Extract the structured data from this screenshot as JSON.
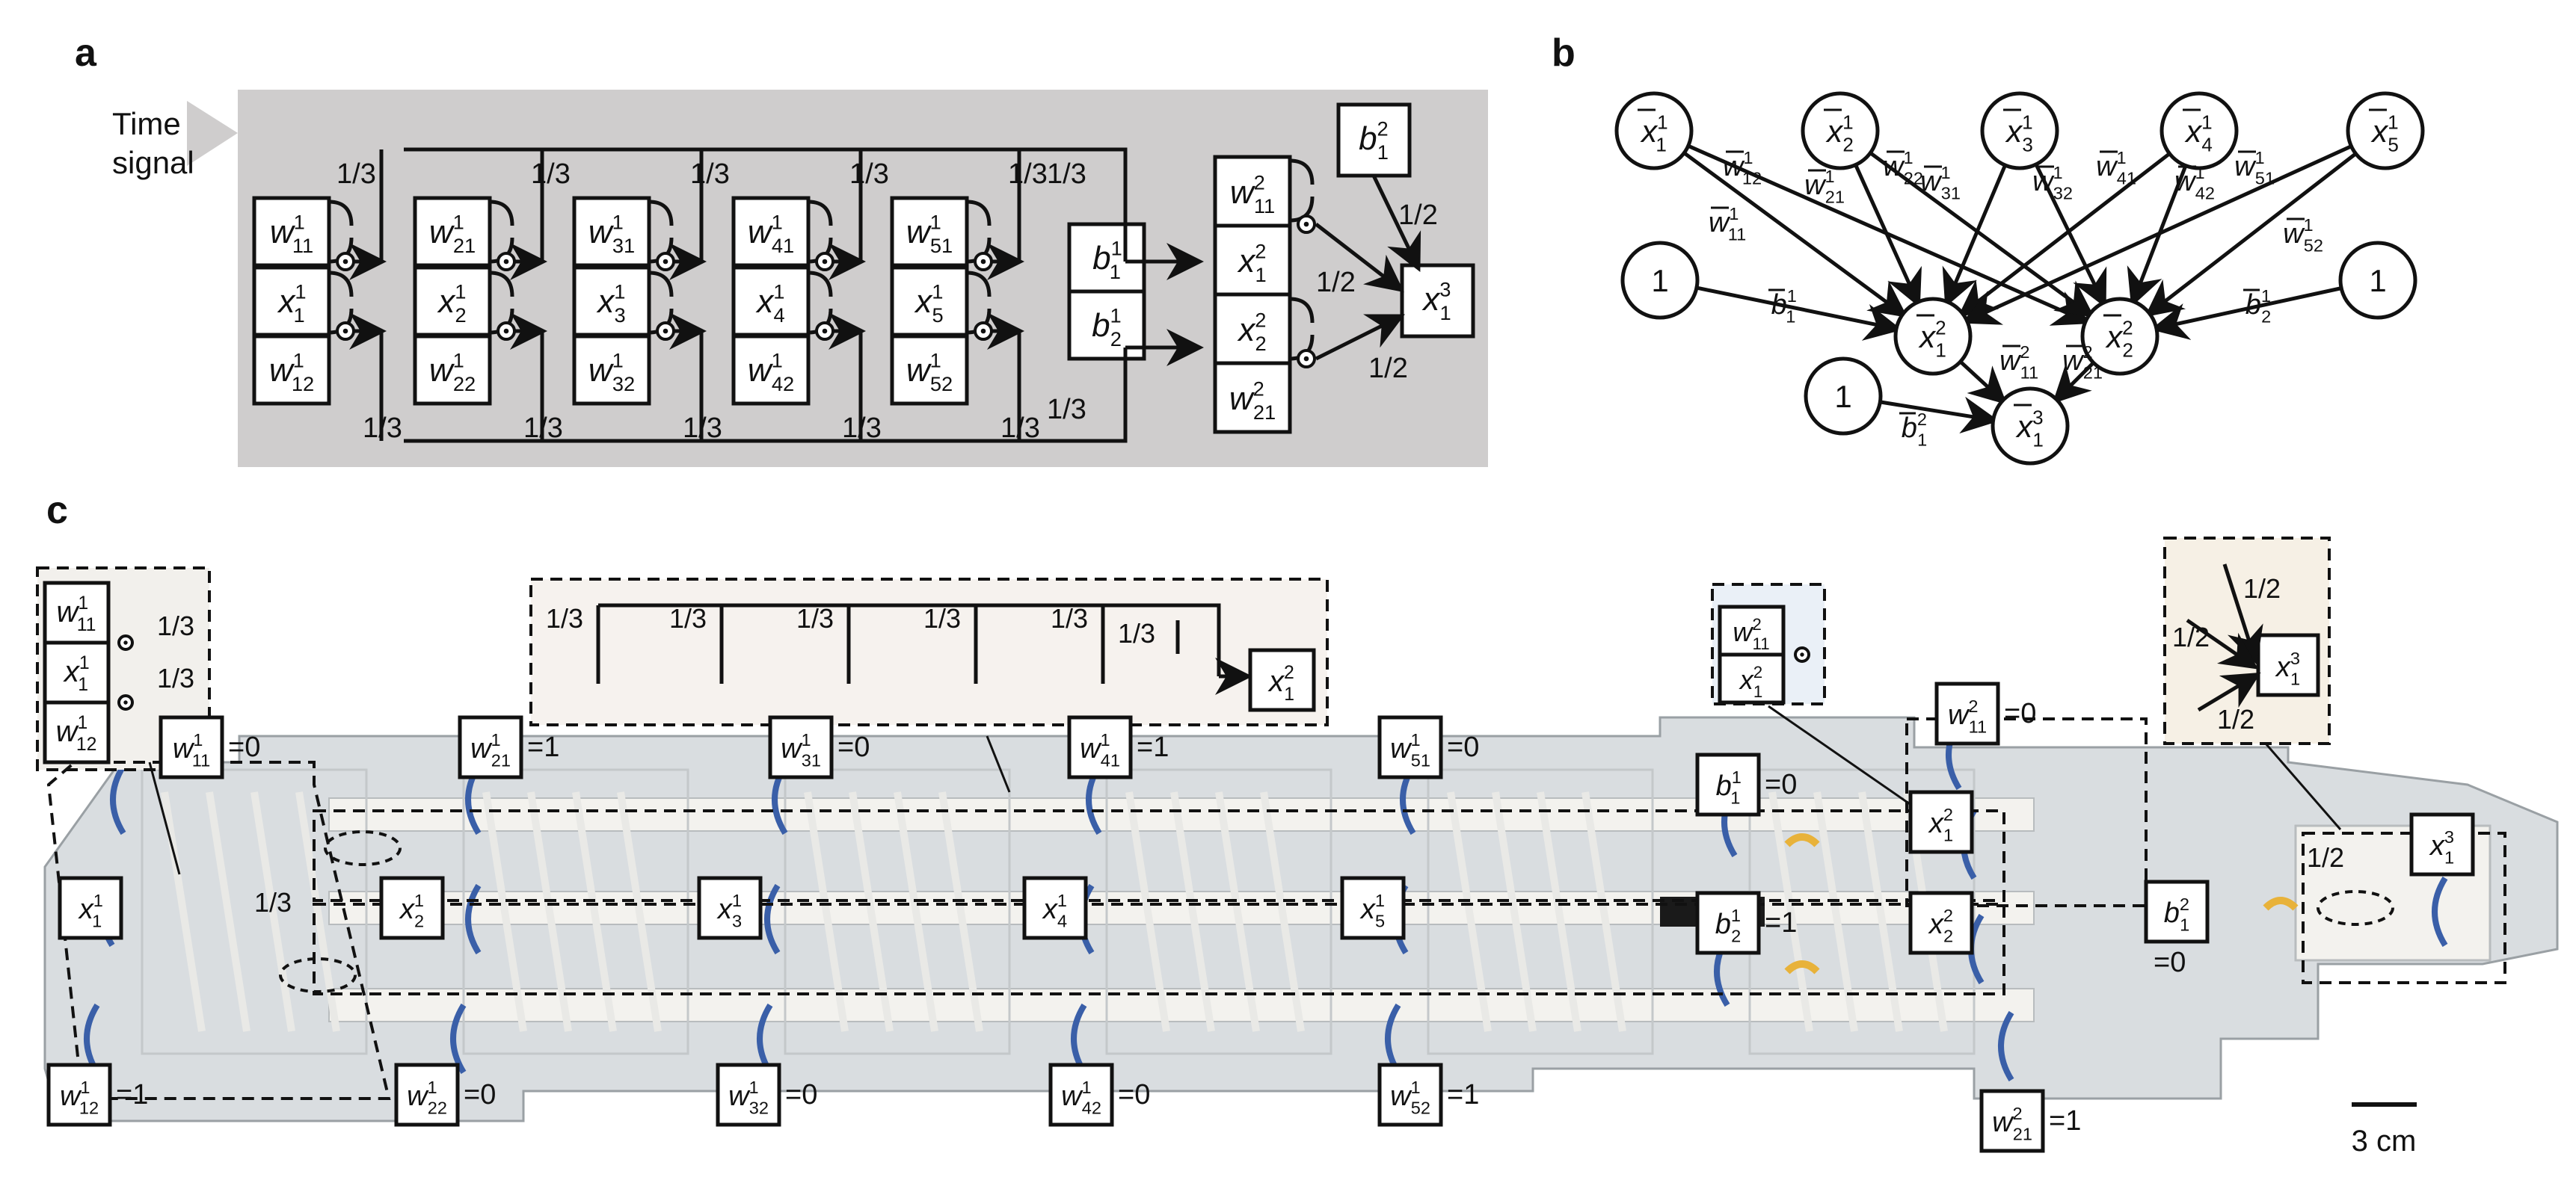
{
  "panels": {
    "a": "a",
    "b": "b",
    "c": "c"
  },
  "time_signal": {
    "line1": "Time",
    "line2": "signal"
  },
  "a": {
    "layer1": [
      {
        "top": [
          "w",
          "11",
          "1"
        ],
        "mid": [
          "x",
          "1",
          "1"
        ],
        "bot": [
          "w",
          "12",
          "1"
        ]
      },
      {
        "top": [
          "w",
          "21",
          "1"
        ],
        "mid": [
          "x",
          "2",
          "1"
        ],
        "bot": [
          "w",
          "22",
          "1"
        ]
      },
      {
        "top": [
          "w",
          "31",
          "1"
        ],
        "mid": [
          "x",
          "3",
          "1"
        ],
        "bot": [
          "w",
          "32",
          "1"
        ]
      },
      {
        "top": [
          "w",
          "41",
          "1"
        ],
        "mid": [
          "x",
          "4",
          "1"
        ],
        "bot": [
          "w",
          "42",
          "1"
        ]
      },
      {
        "top": [
          "w",
          "51",
          "1"
        ],
        "mid": [
          "x",
          "5",
          "1"
        ],
        "bot": [
          "w",
          "52",
          "1"
        ]
      }
    ],
    "bias1": [
      [
        "b",
        "1",
        "1"
      ],
      [
        "b",
        "2",
        "1"
      ]
    ],
    "layer2": [
      [
        "w",
        "11",
        "2"
      ],
      [
        "x",
        "1",
        "2"
      ],
      [
        "x",
        "2",
        "2"
      ],
      [
        "w",
        "21",
        "2"
      ]
    ],
    "bias2": [
      "b",
      "1",
      "2"
    ],
    "output": [
      "x",
      "1",
      "3"
    ],
    "third": "1/3",
    "half": "1/2"
  },
  "b": {
    "inputs": [
      [
        "x",
        "1",
        "1"
      ],
      [
        "x",
        "2",
        "1"
      ],
      [
        "x",
        "3",
        "1"
      ],
      [
        "x",
        "4",
        "1"
      ],
      [
        "x",
        "5",
        "1"
      ]
    ],
    "hidden": [
      [
        "x",
        "1",
        "2"
      ],
      [
        "x",
        "2",
        "2"
      ]
    ],
    "output": [
      "x",
      "1",
      "3"
    ],
    "one": "1",
    "weights": [
      [
        "w",
        "12",
        "1"
      ],
      [
        "w",
        "11",
        "1"
      ],
      [
        "w",
        "21",
        "1"
      ],
      [
        "w",
        "22",
        "1"
      ],
      [
        "w",
        "31",
        "1"
      ],
      [
        "w",
        "32",
        "1"
      ],
      [
        "w",
        "41",
        "1"
      ],
      [
        "w",
        "42",
        "1"
      ],
      [
        "w",
        "51",
        "1"
      ],
      [
        "w",
        "52",
        "1"
      ],
      [
        "w",
        "11",
        "2"
      ],
      [
        "w",
        "21",
        "2"
      ]
    ],
    "biases": [
      [
        "b",
        "1",
        "1"
      ],
      [
        "b",
        "2",
        "1"
      ],
      [
        "b",
        "1",
        "2"
      ]
    ]
  },
  "c": {
    "labels": [
      {
        "sym": [
          "w",
          "11",
          "1"
        ],
        "val": "=0"
      },
      {
        "sym": [
          "w",
          "21",
          "1"
        ],
        "val": "=1"
      },
      {
        "sym": [
          "w",
          "31",
          "1"
        ],
        "val": "=0"
      },
      {
        "sym": [
          "w",
          "41",
          "1"
        ],
        "val": "=1"
      },
      {
        "sym": [
          "w",
          "51",
          "1"
        ],
        "val": "=0"
      },
      {
        "sym": [
          "b",
          "1",
          "1"
        ],
        "val": "=0"
      },
      {
        "sym": [
          "w",
          "11",
          "2"
        ],
        "val": "=0"
      },
      {
        "sym": [
          "x",
          "1",
          "1"
        ],
        "val": ""
      },
      {
        "sym": [
          "x",
          "2",
          "1"
        ],
        "val": ""
      },
      {
        "sym": [
          "x",
          "3",
          "1"
        ],
        "val": ""
      },
      {
        "sym": [
          "x",
          "4",
          "1"
        ],
        "val": ""
      },
      {
        "sym": [
          "x",
          "5",
          "1"
        ],
        "val": ""
      },
      {
        "sym": [
          "b",
          "2",
          "1"
        ],
        "val": "=1"
      },
      {
        "sym": [
          "x",
          "1",
          "2"
        ],
        "val": ""
      },
      {
        "sym": [
          "x",
          "2",
          "2"
        ],
        "val": ""
      },
      {
        "sym": [
          "b",
          "1",
          "2"
        ],
        "val": "=0"
      },
      {
        "sym": [
          "x",
          "1",
          "3"
        ],
        "val": ""
      },
      {
        "sym": [
          "w",
          "12",
          "1"
        ],
        "val": "=1"
      },
      {
        "sym": [
          "w",
          "22",
          "1"
        ],
        "val": "=0"
      },
      {
        "sym": [
          "w",
          "32",
          "1"
        ],
        "val": "=0"
      },
      {
        "sym": [
          "w",
          "42",
          "1"
        ],
        "val": "=0"
      },
      {
        "sym": [
          "w",
          "52",
          "1"
        ],
        "val": "=1"
      },
      {
        "sym": [
          "w",
          "21",
          "2"
        ],
        "val": "=1"
      }
    ],
    "third": "1/3",
    "half": "1/2",
    "scale": "3 cm",
    "colors": {
      "photo_bg": "#d9dde0",
      "flexure": "#3a5fa8",
      "part": "#f3f2ee",
      "highlight": "#e8b23a"
    }
  }
}
